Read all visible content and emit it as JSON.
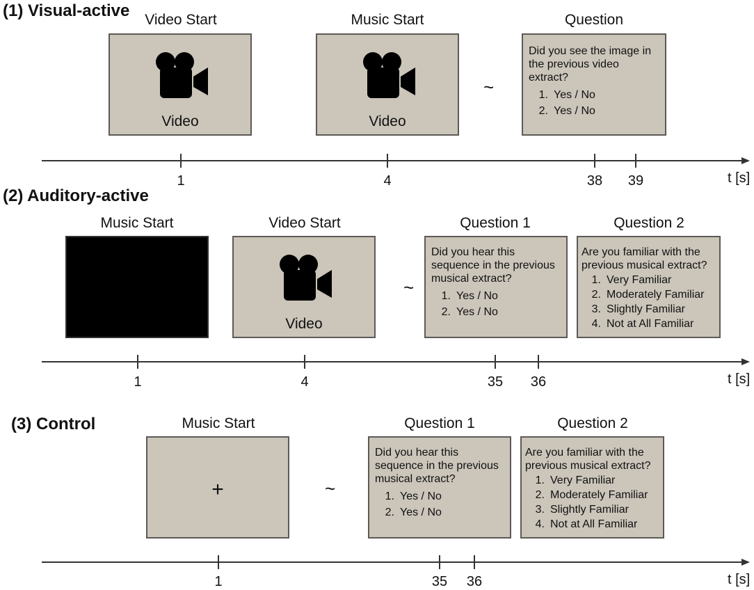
{
  "sections": [
    {
      "title": "(1) Visual-active",
      "stages": [
        {
          "label": "Video Start",
          "panel": "video",
          "caption": "Video"
        },
        {
          "label": "Music Start",
          "panel": "video",
          "caption": "Video"
        },
        {
          "label": "Question",
          "panel": "question",
          "question": [
            "Did you see the image in",
            "the previous video",
            "extract?"
          ],
          "options": [
            "Yes / No",
            "Yes / No"
          ]
        }
      ],
      "separator": "~",
      "ticks": [
        "1",
        "4",
        "38",
        "39"
      ],
      "axis_label": "t [s]"
    },
    {
      "title": "(2) Auditory-active",
      "stages": [
        {
          "label": "Music Start",
          "panel": "black"
        },
        {
          "label": "Video Start",
          "panel": "video",
          "caption": "Video"
        },
        {
          "label": "Question 1",
          "panel": "question",
          "question": [
            "Did you hear this",
            "sequence in the previous",
            "musical extract?"
          ],
          "options": [
            "Yes / No",
            "Yes / No"
          ]
        },
        {
          "label": "Question 2",
          "panel": "question",
          "question": [
            "Are you familiar with the",
            "previous musical extract?"
          ],
          "options": [
            "Very Familiar",
            "Moderately Familiar",
            "Slightly Familiar",
            "Not at All Familiar"
          ]
        }
      ],
      "separator": "~",
      "ticks": [
        "1",
        "4",
        "35",
        "36"
      ],
      "axis_label": "t [s]"
    },
    {
      "title": "(3) Control",
      "stages": [
        {
          "label": "Music Start",
          "panel": "fixation",
          "symbol": "+"
        },
        {
          "label": "Question 1",
          "panel": "question",
          "question": [
            "Did you hear this",
            "sequence in the previous",
            "musical extract?"
          ],
          "options": [
            "Yes / No",
            "Yes / No"
          ]
        },
        {
          "label": "Question 2",
          "panel": "question",
          "question": [
            "Are you familiar with the",
            "previous musical extract?"
          ],
          "options": [
            "Very Familiar",
            "Moderately Familiar",
            "Slightly Familiar",
            "Not at All Familiar"
          ]
        }
      ],
      "separator": "~",
      "ticks": [
        "1",
        "35",
        "36"
      ],
      "axis_label": "t [s]"
    }
  ],
  "colors": {
    "panel_fill": "#cbc5ba",
    "panel_border": "#5c5a56",
    "black_panel": "#000000",
    "axis": "#333333"
  },
  "icons": {
    "video_panel": "video-camera-icon"
  }
}
